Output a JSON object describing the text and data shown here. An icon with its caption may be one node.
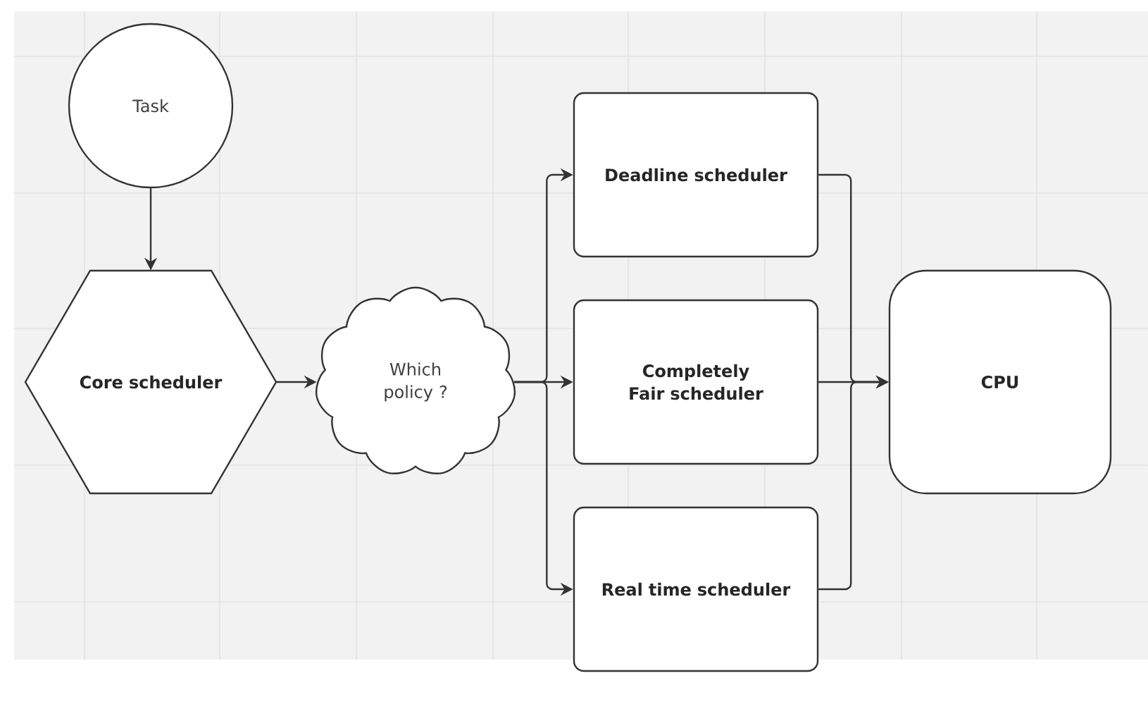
{
  "diagram": {
    "nodes": [
      {
        "text": [
          "Task"
        ]
      },
      {
        "text": [
          "Core scheduler"
        ]
      },
      {
        "text": [
          "Which policy ?"
        ]
      },
      {
        "text": [
          "Deadline scheduler"
        ]
      },
      {
        "text": [
          "Completely Fair scheduler"
        ]
      },
      {
        "text": [
          "Real time scheduler"
        ]
      },
      {
        "text": [
          "CPU"
        ]
      }
    ],
    "edges": [
      {
        "from": 0,
        "to": 1,
        "arrow": "to"
      },
      {
        "from": 1,
        "to": 2,
        "arrow": "to"
      },
      {
        "from": 2,
        "to": 3,
        "arrow": "to"
      },
      {
        "from": 2,
        "to": 4,
        "arrow": "to"
      },
      {
        "from": 2,
        "to": 5,
        "arrow": "to"
      },
      {
        "from": 3,
        "to": 6,
        "arrow": "to"
      },
      {
        "from": 4,
        "to": 6,
        "arrow": "to"
      },
      {
        "from": 5,
        "to": 6,
        "arrow": "to"
      }
    ]
  }
}
